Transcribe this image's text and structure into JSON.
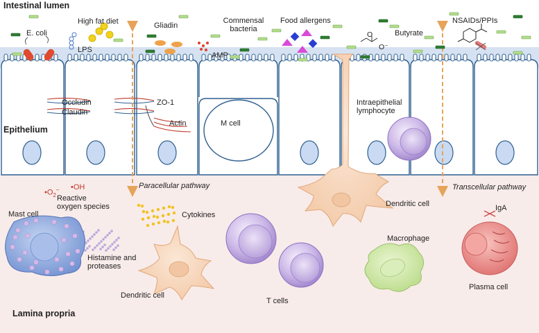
{
  "regions": {
    "lumen": "Intestinal lumen",
    "epithelium": "Epithelium",
    "lamina": "Lamina propria"
  },
  "lumen_items": {
    "ecoli": "E. coli",
    "lps": "LPS",
    "fat": "High fat diet",
    "gliadin": "Gliadin",
    "amp": "AMP",
    "commensal": "Commensal\nbacteria",
    "allergens": "Food allergens",
    "butyrate": "Butyrate",
    "butyrate_o": "O",
    "butyrate_om": "O⁻",
    "nsaids": "NSAIDs/PPIs"
  },
  "junctions": {
    "occludin": "Occludin",
    "claudin": "Claudin",
    "zo1": "ZO-1",
    "actin": "Actin"
  },
  "cells": {
    "m_cell": "M cell",
    "iel": "Intraepithelial\nlymphocyte",
    "dendritic_top": "Dendritic cell",
    "dendritic_bottom": "Dendritic cell",
    "mast": "Mast cell",
    "t_cells": "T cells",
    "macrophage": "Macrophage",
    "plasma": "Plasma cell",
    "iga": "IgA"
  },
  "pathways": {
    "paracellular": "Paracellular pathway",
    "transcellular": "Transcellular pathway"
  },
  "mediators": {
    "ros_o2": "•O",
    "ros_o2_sub": "2",
    "ros_o2_sup": "–",
    "ros_oh": "•OH",
    "ros": "Reactive\noxygen species",
    "cytokines": "Cytokines",
    "histamine": "Histamine and\nproteases"
  },
  "colors": {
    "lumen_band": "#d6e2f1",
    "epithelium_fill": "#ffffff",
    "cell_outline": "#2e5f8f",
    "nucleus": "#c9daf2",
    "lamina_fill": "#f8ecea",
    "arrow": "#e6a35a",
    "dendritic": "#f6d2b4",
    "tcell": "#cbb6e6",
    "mast": "#7f9dd8",
    "macrophage": "#cde6a8",
    "plasma": "#e9807f"
  }
}
